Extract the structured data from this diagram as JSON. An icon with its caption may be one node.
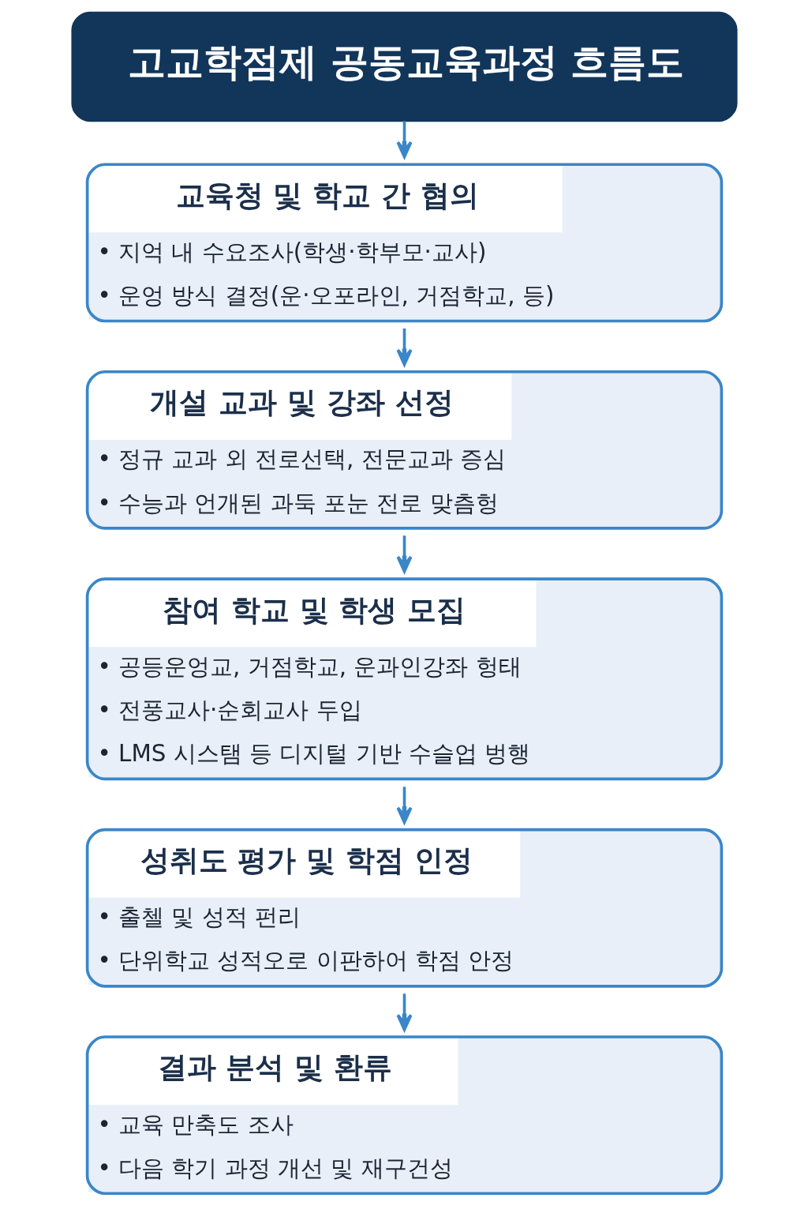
{
  "diagram": {
    "nodes": [
      {
        "text": [
          "고교학점제 공동교육과정 흐름도"
        ]
      },
      {
        "text": [
          "교육청 및 학교 간 협의",
          "• 지억 내 수요조사(학생·학부모·교사)",
          "• 운엉 방식 결정(운·오포라인, 거점학교, 등)"
        ]
      },
      {
        "text": [
          "개설 교과 및 강좌 선정",
          "• 정규 교과 외 전로선택, 전문교과 증심",
          "• 수능과 언개된 과둑 포눈 전로 맞츰헝"
        ]
      },
      {
        "text": [
          "참여 학교 및 학생 모집",
          "• 공등운엉교, 거점학교, 운과인강좌 헝태",
          "• 전풍교사·순회교사 두입",
          "• LMS 시스탬 등 디지털 기반 수슬업 벙행"
        ]
      },
      {
        "text": [
          "성취도 평가 및 학점 인정",
          "• 출첼 및 성적 펀리",
          "• 단위학교 성적오로 이판하어 학점 안정"
        ]
      },
      {
        "text": [
          "결과 분석 및 환류",
          "• 교육 만축도 조사",
          "• 다음 학기 과정 개선 및 재구건성"
        ]
      }
    ],
    "edges": [
      {
        "from": 0,
        "to": 1,
        "arrow": "to"
      },
      {
        "from": 1,
        "to": 2,
        "arrow": "to"
      },
      {
        "from": 2,
        "to": 3,
        "arrow": "to"
      },
      {
        "from": 3,
        "to": 4,
        "arrow": "to"
      },
      {
        "from": 4,
        "to": 5,
        "arrow": "to"
      }
    ]
  }
}
